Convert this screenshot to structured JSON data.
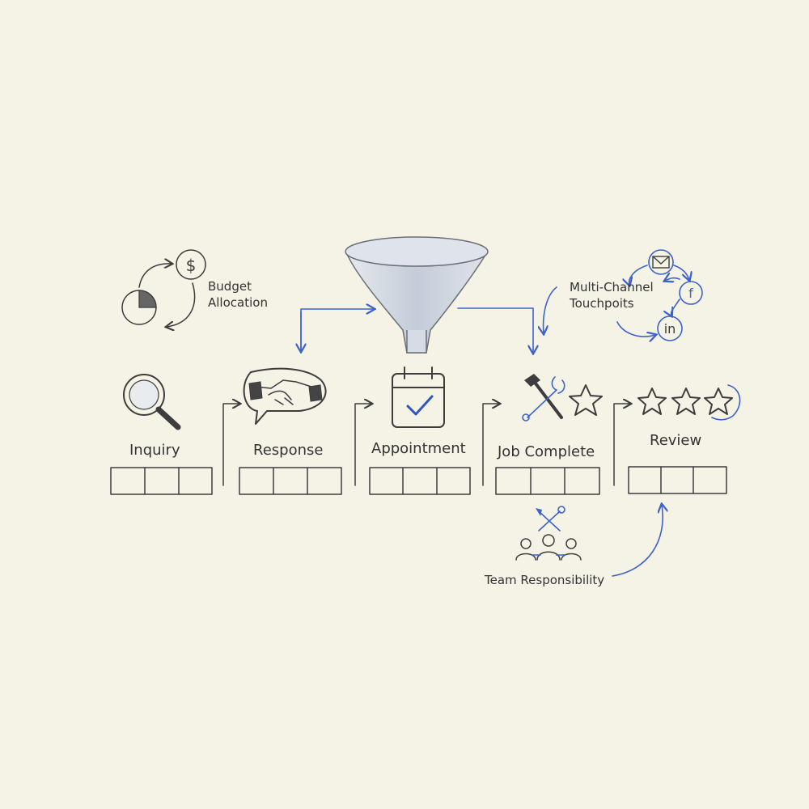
{
  "stages": [
    {
      "label": "Inquiry",
      "icon": "magnifier-icon"
    },
    {
      "label": "Response",
      "icon": "handshake-icon"
    },
    {
      "label": "Appointment",
      "icon": "calendar-check-icon"
    },
    {
      "label": "Job Complete",
      "icon": "tools-star-icon"
    },
    {
      "label": "Review",
      "icon": "three-stars-icon"
    }
  ],
  "notes": {
    "budget_line1": "Budget",
    "budget_line2": "Allocation",
    "multichannel_line1": "Multi-Channel",
    "multichannel_line2": "Touchpoits",
    "team": "Team Responsibility"
  },
  "channel_icons": {
    "facebook_glyph": "f",
    "linkedin_glyph": "in",
    "dollar_glyph": "$"
  },
  "colors": {
    "background": "#f5f2e6",
    "ink": "#3d3d3d",
    "accent_blue": "#3d63c9",
    "funnel_fill": "#c9d1dc"
  }
}
